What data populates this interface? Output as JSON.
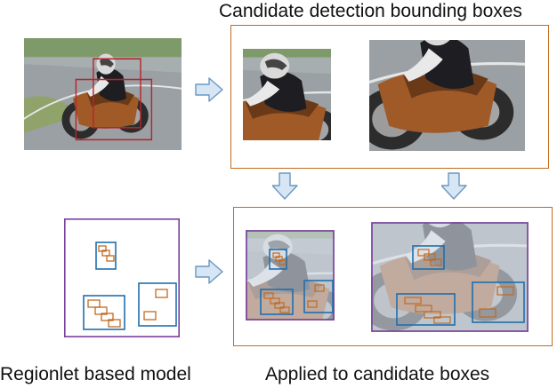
{
  "labels": {
    "top_title": "Candidate detection bounding boxes",
    "bottom_left": "Regionlet based model",
    "bottom_right": "Applied to candidate boxes"
  },
  "colors": {
    "orange": "#c46a1e",
    "blue": "#1f6fad",
    "purple": "#7a3e9d",
    "red": "#b5252b",
    "arrow_fill": "#d6e6f4",
    "arrow_stroke": "#6b97c0",
    "overlay": "#d5dce6"
  },
  "icons": {
    "right_arrow": "arrow-right-icon",
    "down_arrow": "arrow-down-icon"
  }
}
